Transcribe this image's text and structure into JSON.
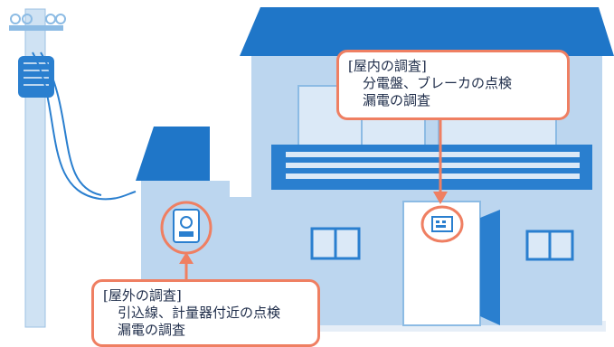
{
  "indoor_survey": {
    "title": "[屋内の調査]",
    "line1": "分電盤、ブレーカの点検",
    "line2": "漏電の調査"
  },
  "outdoor_survey": {
    "title": "[屋外の調査]",
    "line1": "引込線、計量器付近の点検",
    "line2": "漏電の調査"
  },
  "colors": {
    "house_light": "#bcd6ef",
    "house_mid": "#8cbbe4",
    "roof_blue": "#1f76c8",
    "window_blue": "#2a7fcf",
    "pole_light": "#cfe2f3",
    "accent_orange": "#ef7f62"
  }
}
